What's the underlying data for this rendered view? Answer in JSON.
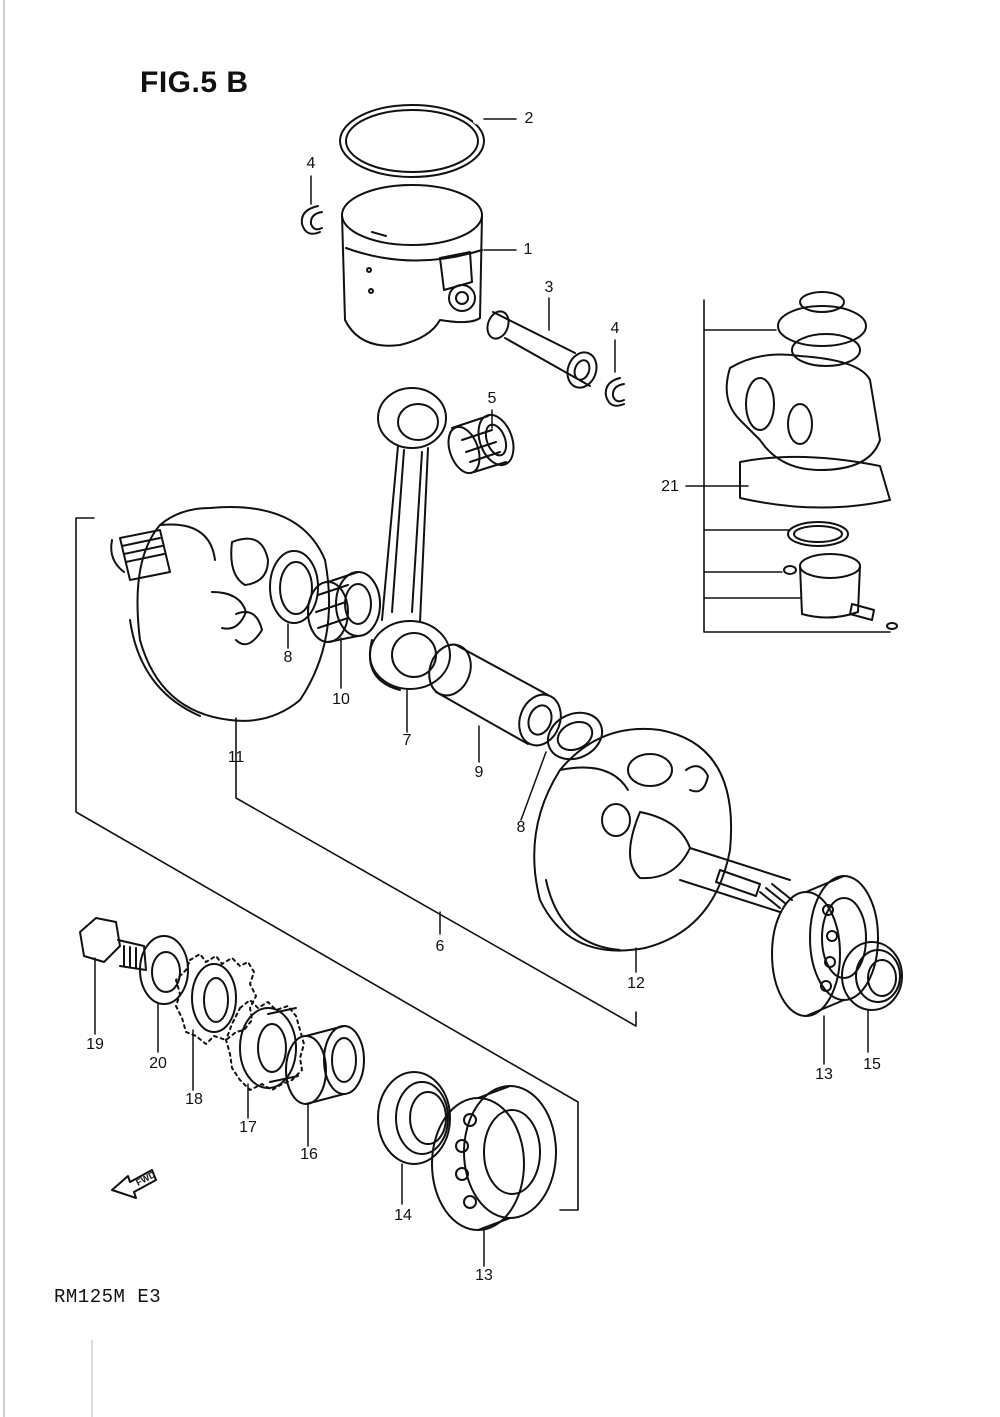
{
  "figure": {
    "title": "FIG.5 B",
    "model_code": "RM125M  E3",
    "fwd_label": "FWD"
  },
  "parts": [
    {
      "ref": "1",
      "part": "piston"
    },
    {
      "ref": "2",
      "part": "piston-ring"
    },
    {
      "ref": "3",
      "part": "piston-pin"
    },
    {
      "ref": "4",
      "part": "circlip"
    },
    {
      "ref": "4",
      "part": "circlip"
    },
    {
      "ref": "5",
      "part": "needle-bearing"
    },
    {
      "ref": "6",
      "part": "crankshaft-assembly"
    },
    {
      "ref": "7",
      "part": "connecting-rod"
    },
    {
      "ref": "8",
      "part": "thrust-washer"
    },
    {
      "ref": "8",
      "part": "thrust-washer"
    },
    {
      "ref": "9",
      "part": "crank-pin"
    },
    {
      "ref": "10",
      "part": "big-end-bearing"
    },
    {
      "ref": "11",
      "part": "left-crank-web"
    },
    {
      "ref": "12",
      "part": "right-crank-web"
    },
    {
      "ref": "13",
      "part": "main-bearing"
    },
    {
      "ref": "13",
      "part": "main-bearing"
    },
    {
      "ref": "14",
      "part": "oil-seal"
    },
    {
      "ref": "15",
      "part": "oil-seal"
    },
    {
      "ref": "16",
      "part": "spacer-collar"
    },
    {
      "ref": "17",
      "part": "primary-drive-gear"
    },
    {
      "ref": "18",
      "part": "pump-drive-gear"
    },
    {
      "ref": "19",
      "part": "crank-bolt"
    },
    {
      "ref": "20",
      "part": "washer"
    },
    {
      "ref": "21",
      "part": "cylinder-gasket-set"
    }
  ]
}
